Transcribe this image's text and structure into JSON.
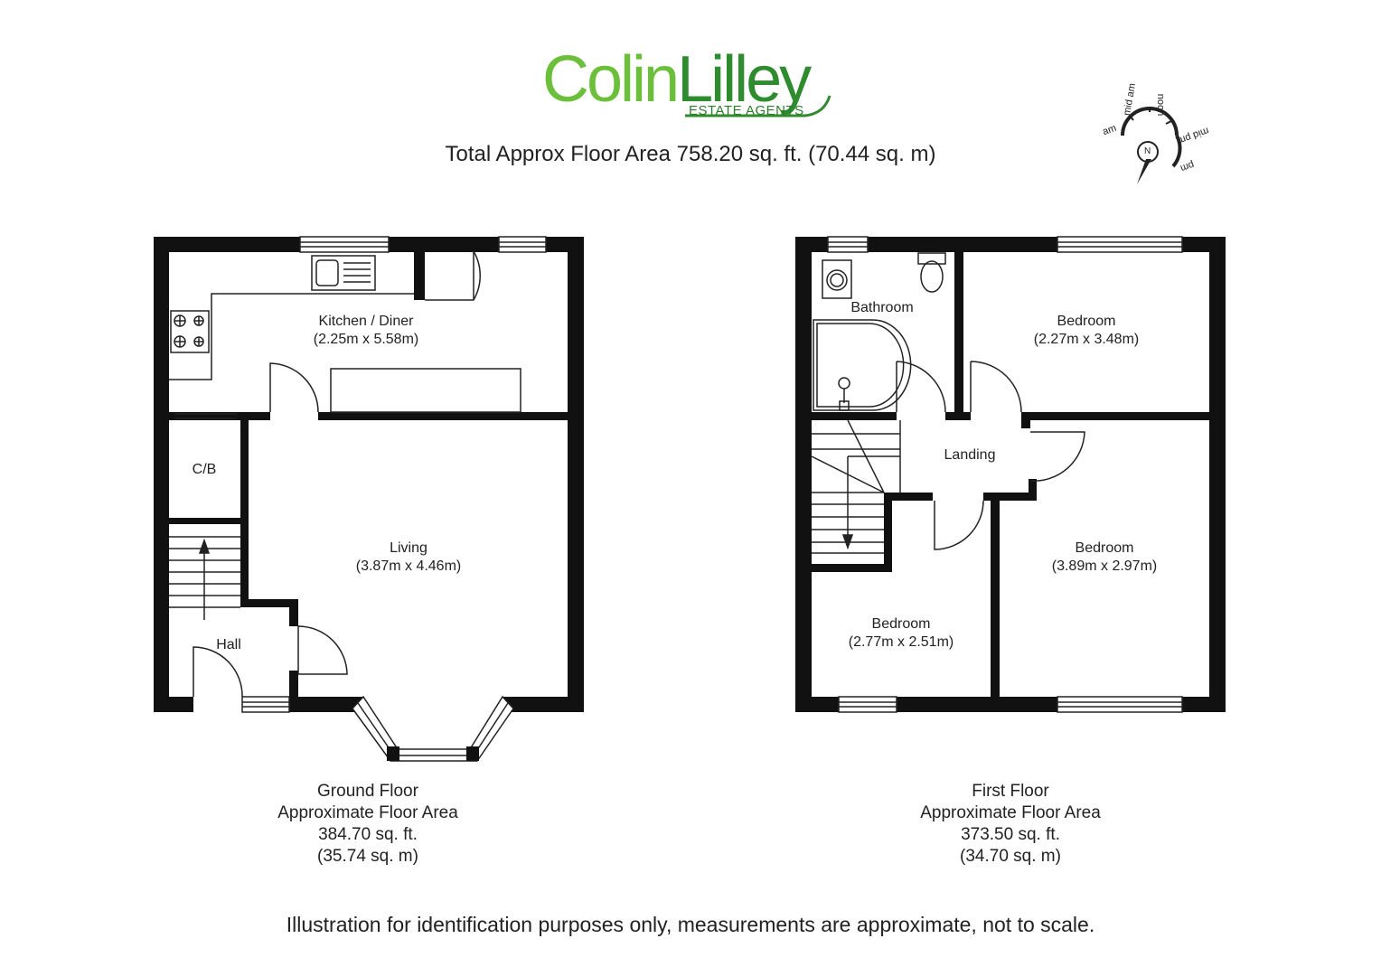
{
  "logo": {
    "name_part1": "Colin",
    "name_part2": "Lilley",
    "subtitle": "ESTATE AGENTS",
    "colors": {
      "light_green": "#6cbf3a",
      "dark_green": "#2e8b2e"
    }
  },
  "total_area": "Total Approx Floor Area 758.20 sq. ft. (70.44 sq. m)",
  "compass": {
    "labels": {
      "am": "am",
      "mid_am": "mid am",
      "noon": "noon",
      "mid_pm": "mid pm",
      "pm": "pm",
      "north": "N"
    }
  },
  "ground_floor": {
    "rooms": {
      "kitchen": {
        "name": "Kitchen / Diner",
        "size": "(2.25m x 5.58m)"
      },
      "cb": {
        "name": "C/B"
      },
      "living": {
        "name": "Living",
        "size": "(3.87m x 4.46m)"
      },
      "hall": {
        "name": "Hall"
      }
    },
    "caption": {
      "title": "Ground Floor",
      "subtitle": "Approximate Floor Area",
      "sqft": "384.70 sq. ft.",
      "sqm": "(35.74 sq. m)"
    }
  },
  "first_floor": {
    "rooms": {
      "bathroom": {
        "name": "Bathroom"
      },
      "bedroom_1": {
        "name": "Bedroom",
        "size": "(2.27m x 3.48m)"
      },
      "landing": {
        "name": "Landing"
      },
      "bedroom_2": {
        "name": "Bedroom",
        "size": "(3.89m x 2.97m)"
      },
      "bedroom_3": {
        "name": "Bedroom",
        "size": "(2.77m x 2.51m)"
      }
    },
    "caption": {
      "title": "First Floor",
      "subtitle": "Approximate Floor Area",
      "sqft": "373.50 sq. ft.",
      "sqm": "(34.70 sq. m)"
    }
  },
  "disclaimer": "Illustration for identification purposes only, measurements are approximate, not to scale."
}
